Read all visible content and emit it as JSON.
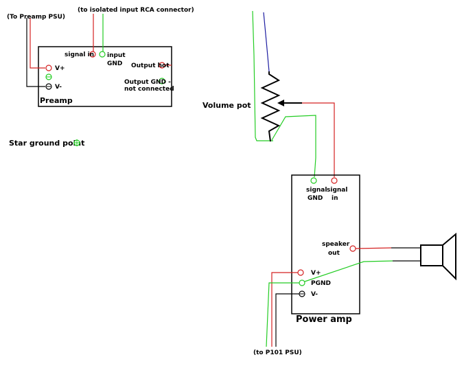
{
  "colors": {
    "signal": "#d42020",
    "ground": "#22cc22",
    "power": "#000000",
    "wiper": "#000000",
    "pot_top": "#1a1aa0"
  },
  "labels": {
    "to_preamp_psu": "(To Preamp PSU)",
    "to_rca": "(to isolated input RCA connector)",
    "preamp_signal_in": "signal in",
    "preamp_input": "input",
    "preamp_gnd": "GND",
    "preamp_vplus": "V+",
    "preamp_vminus": "V-",
    "output_hot": "Output hot",
    "output_gnd_1": "Output GND -",
    "output_gnd_2": "not connected",
    "preamp_title": "Preamp",
    "star_ground": "Star ground point",
    "volume_pot": "Volume pot",
    "amp_signal_1": "signal",
    "amp_gnd": "GND",
    "amp_signal_2": "signal",
    "amp_in": "in",
    "speaker_1": "speaker",
    "speaker_2": "out",
    "amp_vplus": "V+",
    "amp_pgnd": "PGND",
    "amp_vminus": "V-",
    "power_amp_title": "Power amp",
    "to_p101_psu": "(to P101 PSU)"
  }
}
